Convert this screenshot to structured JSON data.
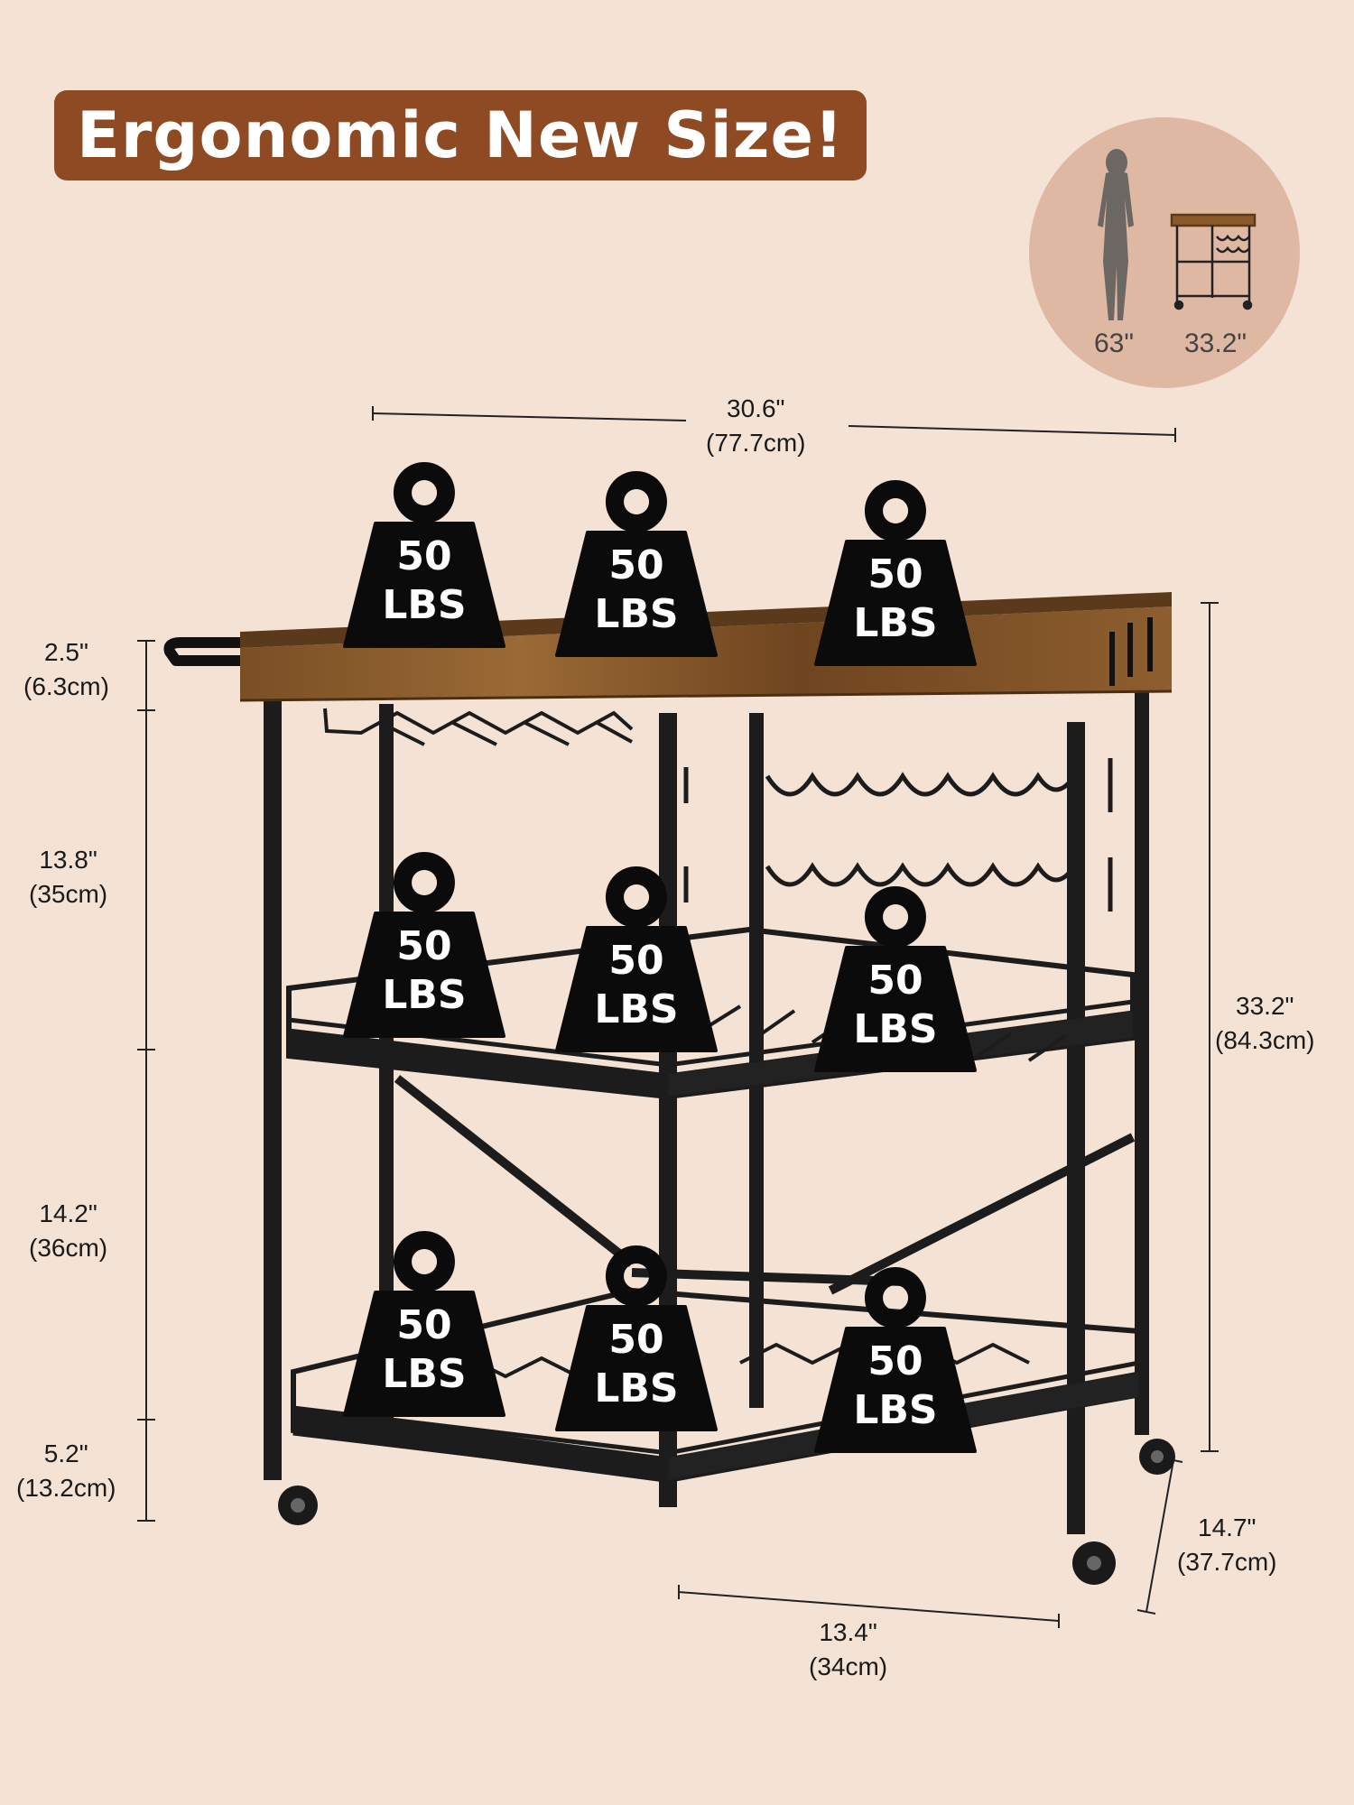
{
  "banner": {
    "title": "Ergonomic New Size!"
  },
  "comparison": {
    "person_height": "63\"",
    "cart_height": "33.2\""
  },
  "dimensions": {
    "width": {
      "in": "30.6\"",
      "cm": "(77.7cm)"
    },
    "tray_height": {
      "in": "2.5\"",
      "cm": "(6.3cm)"
    },
    "upper_gap": {
      "in": "13.8\"",
      "cm": "(35cm)"
    },
    "middle_gap": {
      "in": "14.2\"",
      "cm": "(36cm)"
    },
    "bottom_clearance": {
      "in": "5.2\"",
      "cm": "(13.2cm)"
    },
    "total_height": {
      "in": "33.2\"",
      "cm": "(84.3cm)"
    },
    "depth": {
      "in": "14.7\"",
      "cm": "(37.7cm)"
    },
    "shelf_width": {
      "in": "13.4\"",
      "cm": "(34cm)"
    }
  },
  "weights": [
    {
      "value": "50",
      "unit": "LBS"
    },
    {
      "value": "50",
      "unit": "LBS"
    },
    {
      "value": "50",
      "unit": "LBS"
    },
    {
      "value": "50",
      "unit": "LBS"
    },
    {
      "value": "50",
      "unit": "LBS"
    },
    {
      "value": "50",
      "unit": "LBS"
    },
    {
      "value": "50",
      "unit": "LBS"
    },
    {
      "value": "50",
      "unit": "LBS"
    },
    {
      "value": "50",
      "unit": "LBS"
    }
  ],
  "colors": {
    "background": "#f4e3d5",
    "banner": "#8e4a23",
    "wood": "#8a5a2b",
    "frame": "#1c1c1c"
  }
}
